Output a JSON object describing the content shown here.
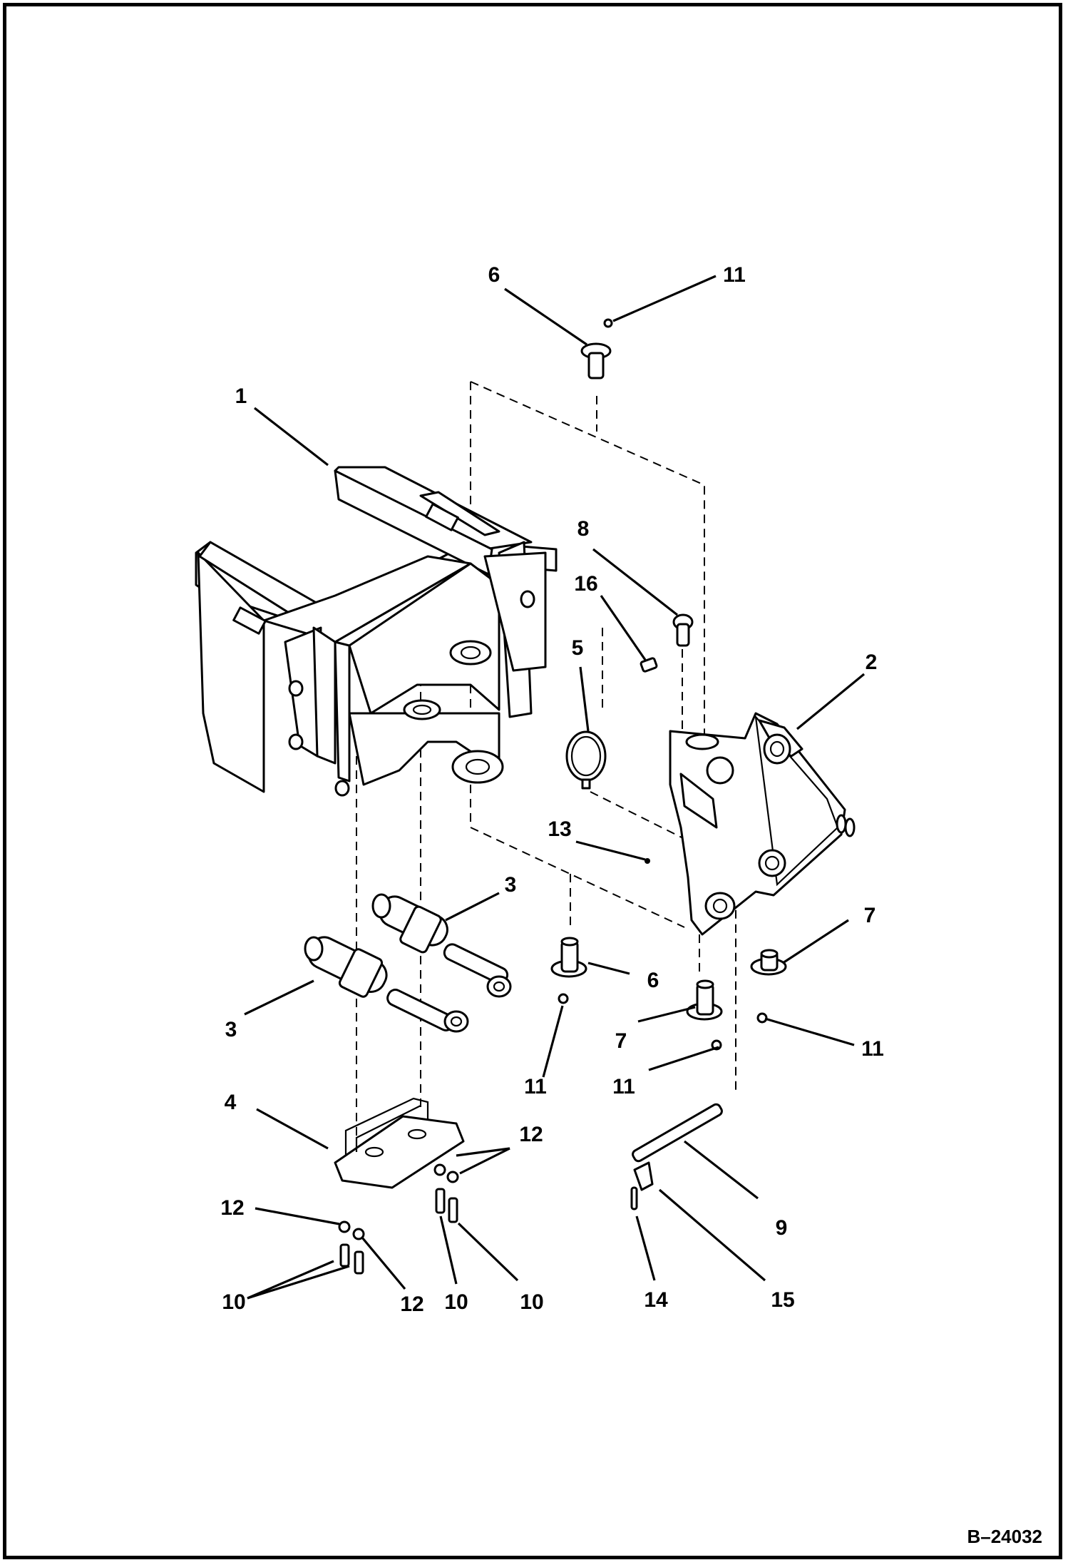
{
  "drawing_id": "B–24032",
  "callouts": [
    {
      "id": "c1",
      "text": "1"
    },
    {
      "id": "c2",
      "text": "2"
    },
    {
      "id": "c3a",
      "text": "3"
    },
    {
      "id": "c3b",
      "text": "3"
    },
    {
      "id": "c4",
      "text": "4"
    },
    {
      "id": "c5",
      "text": "5"
    },
    {
      "id": "c6a",
      "text": "6"
    },
    {
      "id": "c6b",
      "text": "6"
    },
    {
      "id": "c7a",
      "text": "7"
    },
    {
      "id": "c7b",
      "text": "7"
    },
    {
      "id": "c8",
      "text": "8"
    },
    {
      "id": "c9",
      "text": "9"
    },
    {
      "id": "c10a",
      "text": "10"
    },
    {
      "id": "c10b",
      "text": "10"
    },
    {
      "id": "c10c",
      "text": "10"
    },
    {
      "id": "c11a",
      "text": "11"
    },
    {
      "id": "c11b",
      "text": "11"
    },
    {
      "id": "c11c",
      "text": "11"
    },
    {
      "id": "c11d",
      "text": "11"
    },
    {
      "id": "c12a",
      "text": "12"
    },
    {
      "id": "c12b",
      "text": "12"
    },
    {
      "id": "c12c",
      "text": "12"
    },
    {
      "id": "c13",
      "text": "13"
    },
    {
      "id": "c14",
      "text": "14"
    },
    {
      "id": "c15",
      "text": "15"
    },
    {
      "id": "c16",
      "text": "16"
    }
  ],
  "colors": {
    "ink": "#000000",
    "paper": "#ffffff"
  }
}
